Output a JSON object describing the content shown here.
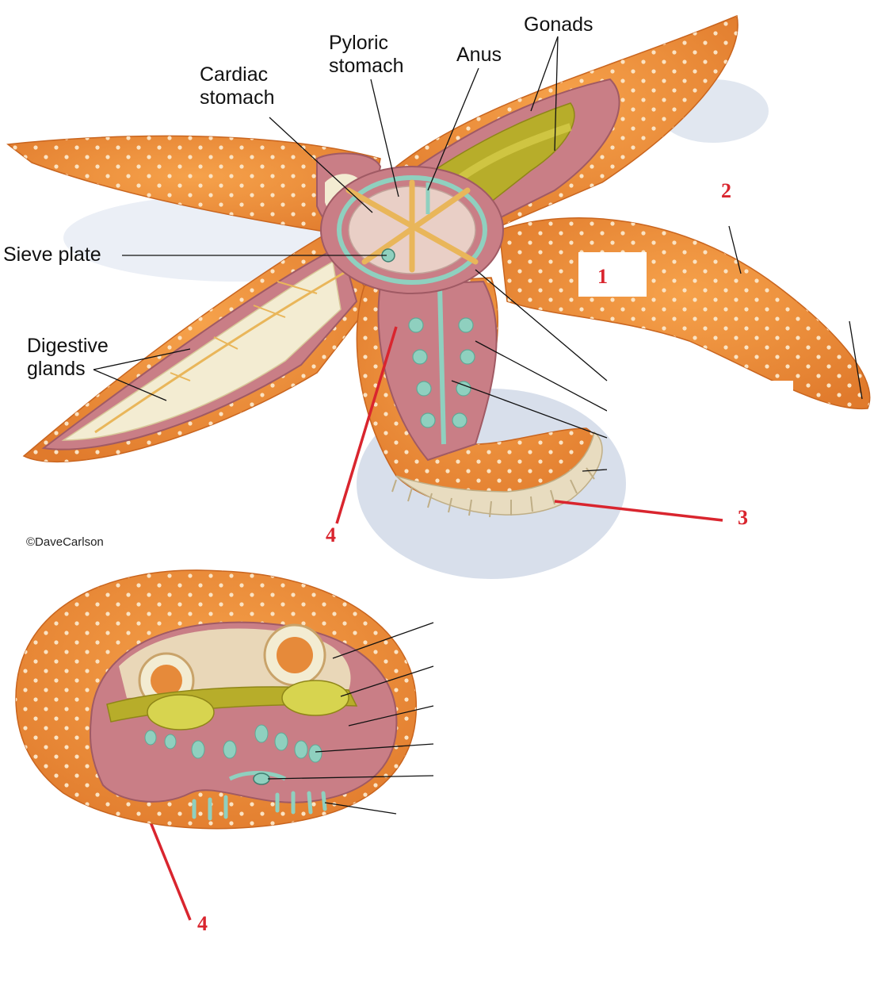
{
  "labels": {
    "cardiac_stomach": [
      "Cardiac",
      "stomach"
    ],
    "pyloric_stomach": [
      "Pyloric",
      "stomach"
    ],
    "anus": "Anus",
    "gonads": "Gonads",
    "sieve_plate": "Sieve plate",
    "digestive_glands": [
      "Digestive",
      "glands"
    ]
  },
  "markers": {
    "m1": "1",
    "m2": "2",
    "m3": "3",
    "m4_top": "4",
    "m4_bottom": "4"
  },
  "credit": "©DaveCarlson",
  "colors": {
    "skin": "#f0923a",
    "skin_dark": "#d9702a",
    "spine": "#fbe3c3",
    "cavity": "#c97e86",
    "cavity_dark": "#a05a64",
    "gland": "#f3ecd2",
    "gland_branch": "#e9b65a",
    "gonad": "#b7ad2a",
    "water_vascular": "#8fd0bf",
    "red_marker": "#d9252e"
  }
}
